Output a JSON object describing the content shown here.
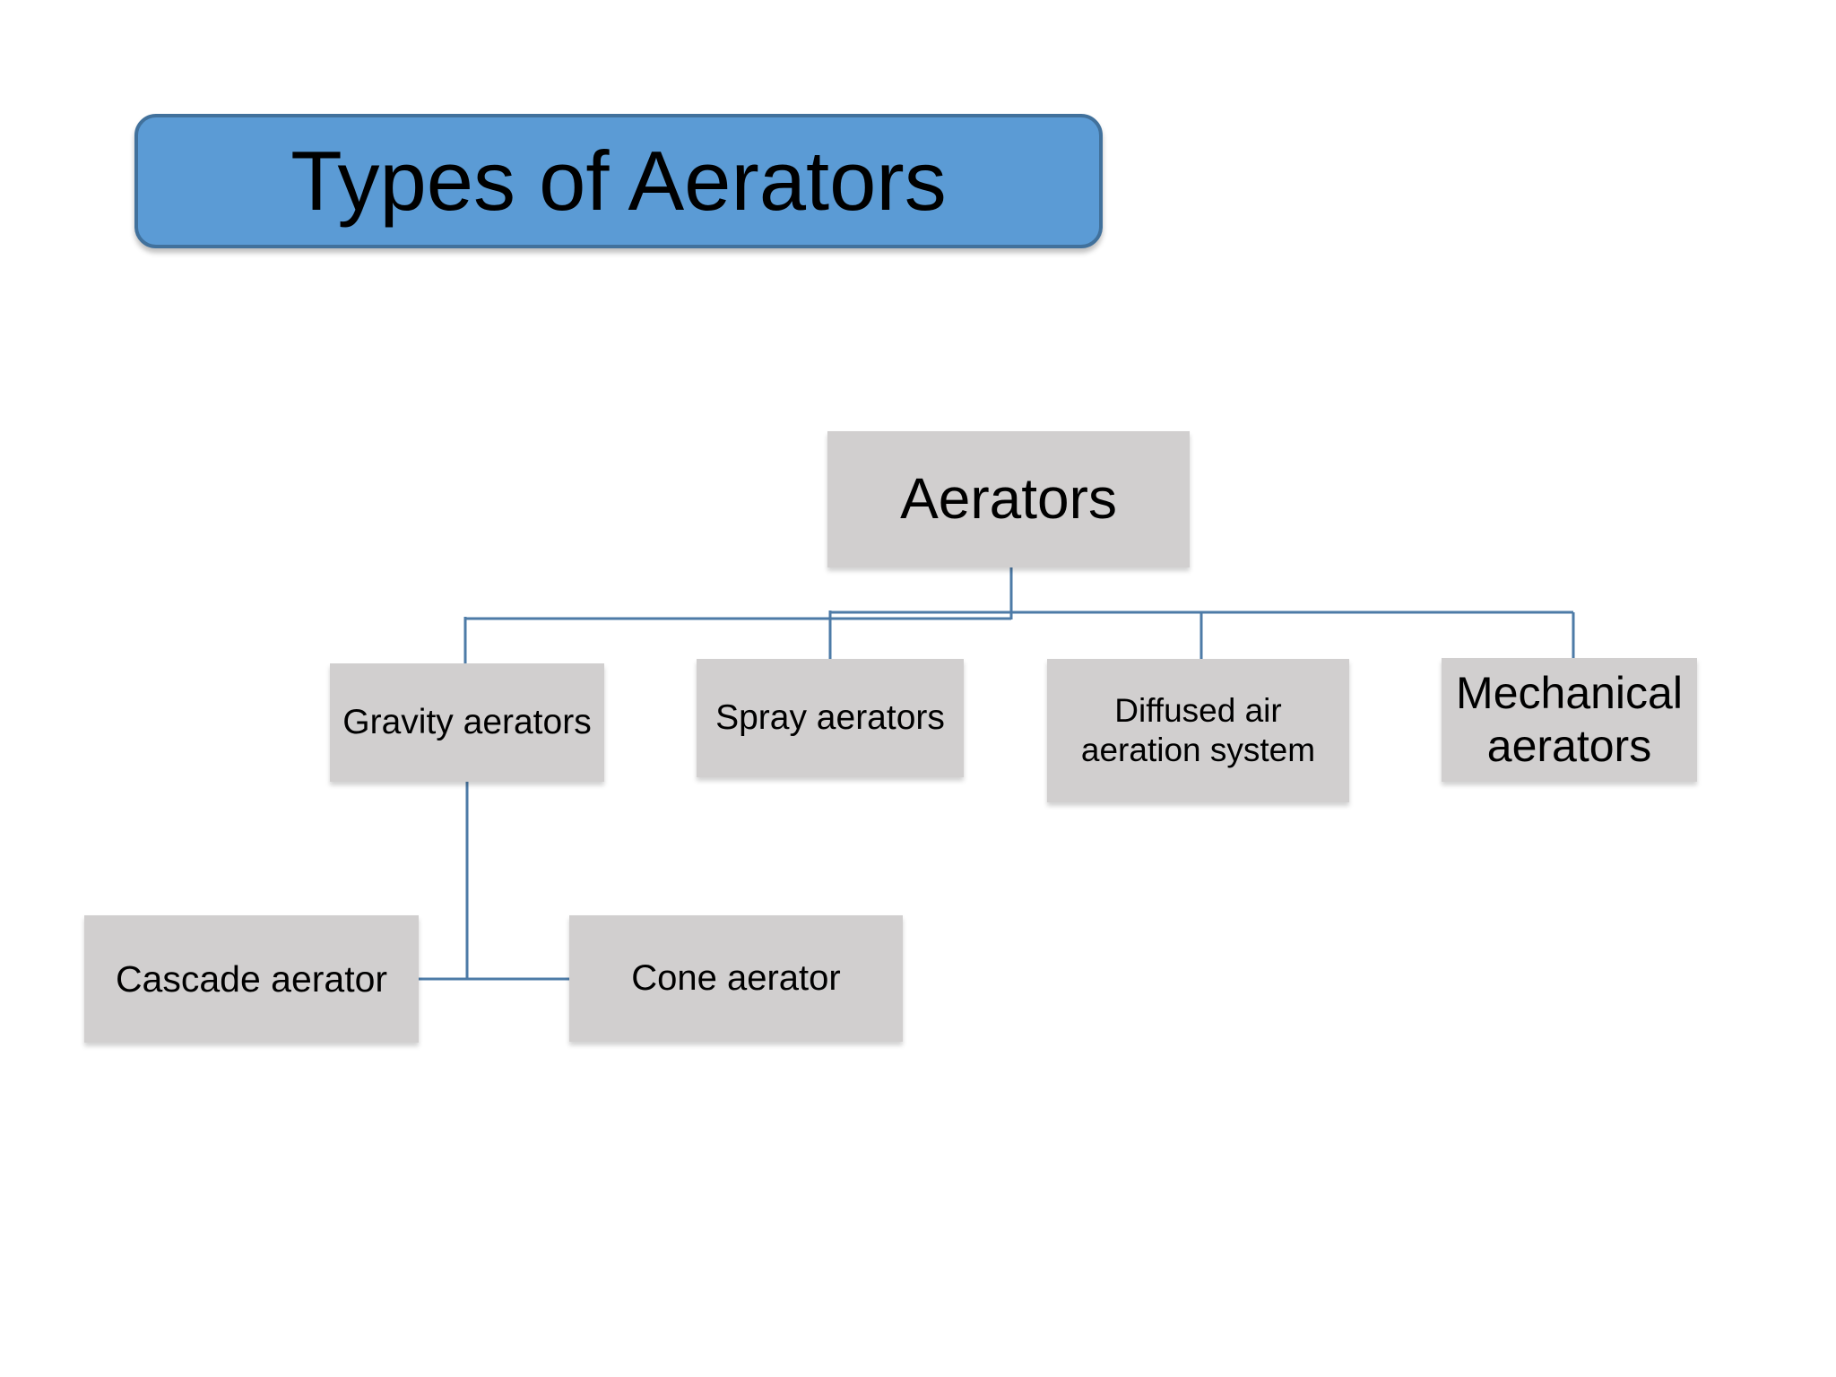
{
  "slide": {
    "title": "Types of Aerators"
  },
  "colors": {
    "background": "#FFFFFF",
    "title_fill": "#5B9BD5",
    "title_border": "#41719C",
    "node_fill": "#D1CFCF",
    "connector": "#4D7BA7",
    "text": "#000000"
  },
  "diagram": {
    "type": "hierarchy",
    "root": {
      "label": "Aerators"
    },
    "level1": [
      {
        "label": "Gravity aerators"
      },
      {
        "label": "Spray aerators"
      },
      {
        "label": "Diffused air\naeration system"
      },
      {
        "label": "Mechanical\naerators"
      }
    ],
    "level2_parent": "Gravity aerators",
    "level2": [
      {
        "label": "Cascade aerator"
      },
      {
        "label": "Cone aerator"
      }
    ]
  }
}
